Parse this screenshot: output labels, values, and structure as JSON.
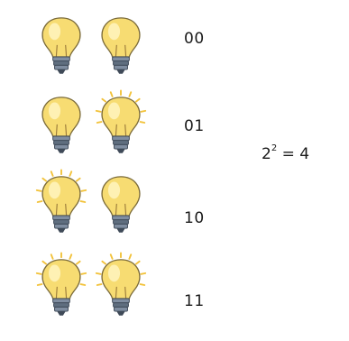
{
  "rows": [
    {
      "code": "00",
      "bulbs": [
        "off",
        "off"
      ]
    },
    {
      "code": "01",
      "bulbs": [
        "off",
        "on"
      ]
    },
    {
      "code": "10",
      "bulbs": [
        "on",
        "off"
      ]
    },
    {
      "code": "11",
      "bulbs": [
        "on",
        "on"
      ]
    }
  ],
  "equation": {
    "base": "2",
    "exponent": "2",
    "rest": " = 4"
  },
  "colors": {
    "glass": "#f7dc72",
    "glass_light": "#fff6c4",
    "outline": "#7a6a3a",
    "base": "#5f6e7f",
    "rays": "#f2c23a"
  }
}
